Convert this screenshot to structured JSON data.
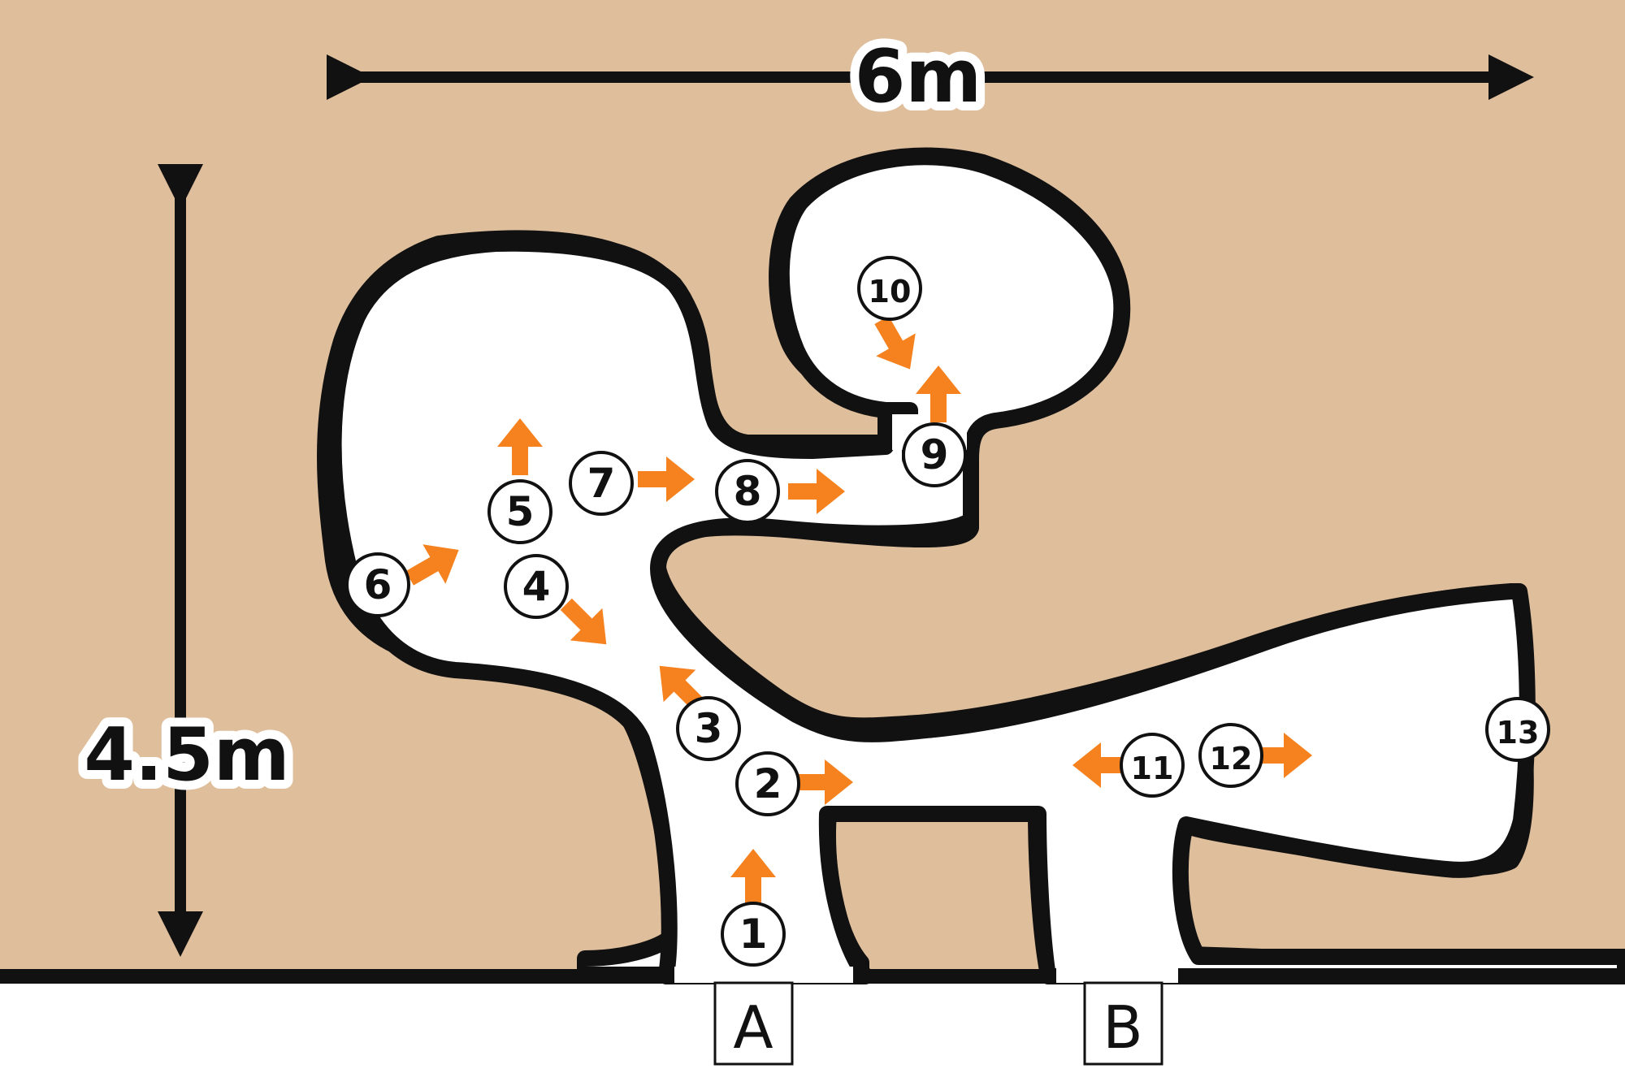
{
  "map": {
    "dimensions": {
      "width_label": "6m",
      "height_label": "4.5m"
    },
    "markers": [
      "1",
      "2",
      "3",
      "4",
      "5",
      "6",
      "7",
      "8",
      "9",
      "10",
      "11",
      "12",
      "13"
    ],
    "entrances": [
      "A",
      "B"
    ],
    "colors": {
      "earth": "#dfbe9c",
      "tunnel": "#ffffff",
      "outline": "#111111",
      "arrow": "#f5821f"
    }
  }
}
